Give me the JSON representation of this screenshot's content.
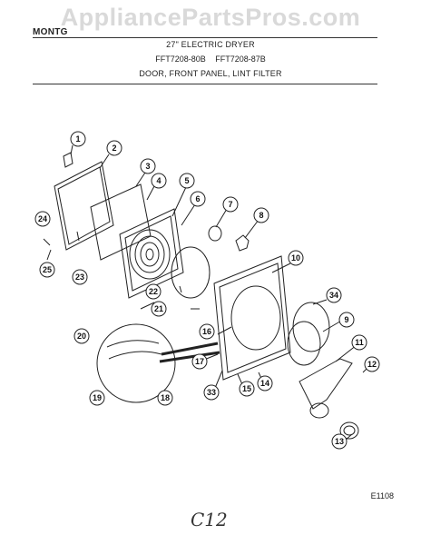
{
  "watermark": "AppliancePartsPros.com",
  "header": {
    "brand": "MONTG",
    "title": "27\" ELECTRIC DRYER",
    "models": [
      "FFT7208-80B",
      "FFT7208-87B"
    ],
    "section": "DOOR, FRONT PANEL, LINT FILTER"
  },
  "callouts": [
    "1",
    "2",
    "3",
    "4",
    "5",
    "6",
    "7",
    "8",
    "9",
    "10",
    "11",
    "12",
    "13",
    "14",
    "15",
    "16",
    "17",
    "18",
    "19",
    "20",
    "21",
    "22",
    "23",
    "24",
    "25",
    "33",
    "34"
  ],
  "footer": {
    "ref_code": "E1108",
    "handwritten": "C12"
  }
}
